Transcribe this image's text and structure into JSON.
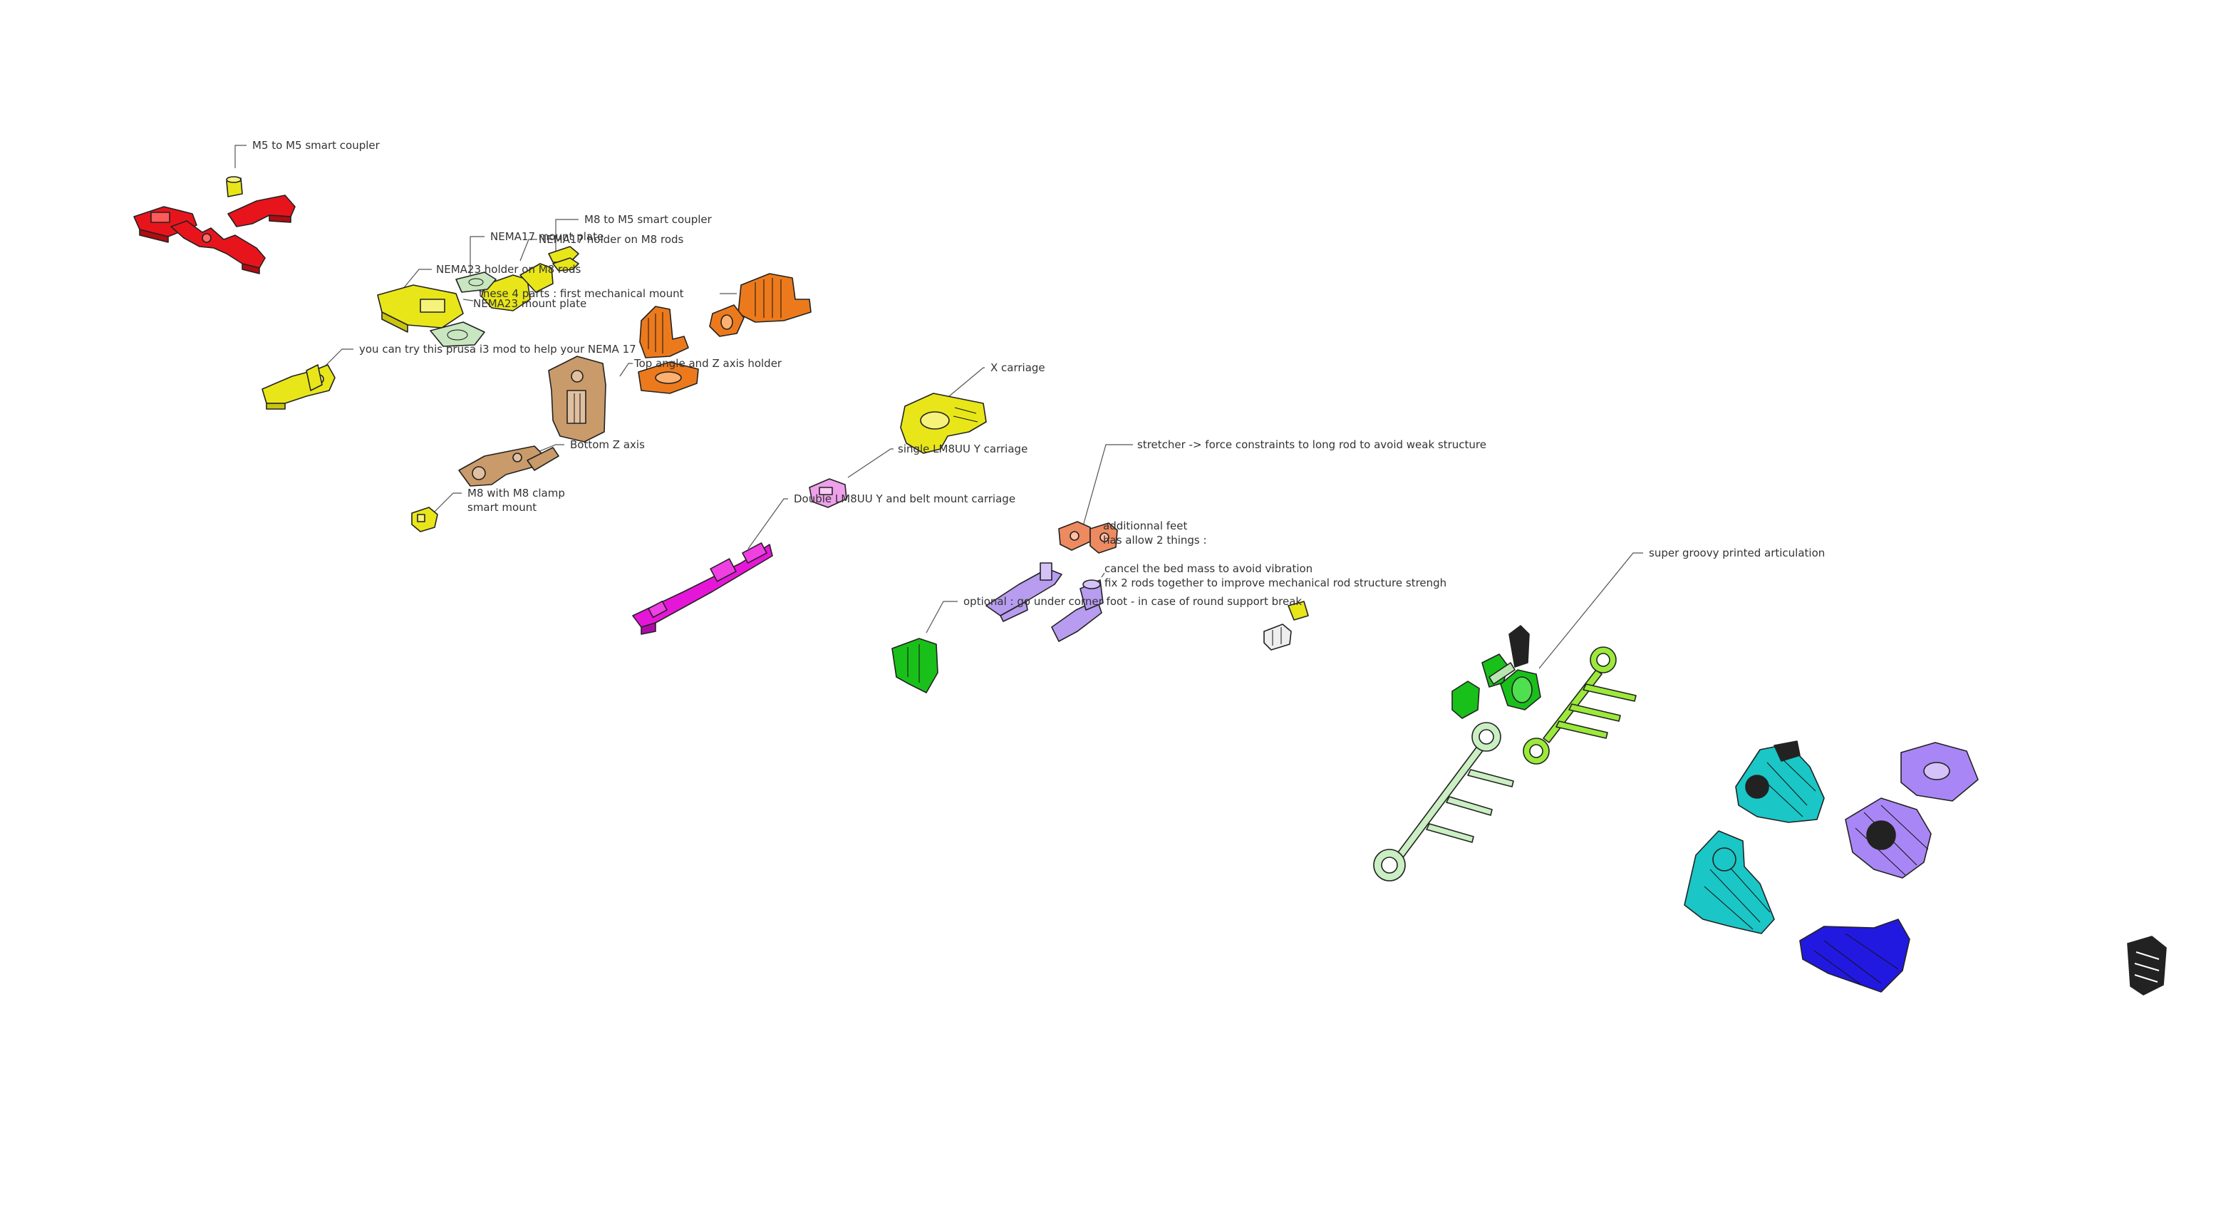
{
  "labels": {
    "m5_coupler": "M5 to M5 smart coupler",
    "m8_coupler": "M8 to M5 smart coupler",
    "nema17_plate": "NEMA17 mount plate",
    "nema17_holder": "NEMA17 holder on M8 rods",
    "nema23_holder": "NEMA23 holder on M8 rods",
    "four_parts": "these 4 parts : first mechanical mount",
    "nema23_plate": "NEMA23 mount plate",
    "prusa_mod": "you can try this prusa i3 mod to help your NEMA 17",
    "top_angle": "Top angle and Z axis holder",
    "x_carriage": "X carriage",
    "single_lm8uu": "single LM8UU Y carriage",
    "bottom_z": "Bottom Z axis",
    "clamp_line1": "M8 with M8 clamp",
    "clamp_line2": "smart mount",
    "double_lm8uu": "Double LM8UU Y and belt mount carriage",
    "stretcher": "stretcher -> force constraints to long rod to avoid weak structure",
    "feet_line1": "additionnal feet",
    "feet_line2": "has allow 2 things :",
    "cancel_mass": "cancel the bed mass to avoid vibration",
    "fix_rods": "fix 2 rods together to improve mechanical rod structure strengh",
    "optional": "optional : go under corner foot - in case of round support break",
    "articulation": "super groovy printed articulation"
  },
  "colors": {
    "red": "#e8141c",
    "yellow": "#e8e619",
    "light_yellow": "#f5f05a",
    "pale_green": "#c8e6c0",
    "orange": "#ec7a1c",
    "tan": "#c99a6a",
    "magenta": "#e616d8",
    "pink": "#eea0ea",
    "salmon": "#ee8a60",
    "lavender": "#b79cf0",
    "green": "#19c01a",
    "lime": "#9bea3a",
    "mint": "#b8e6b0",
    "teal": "#1ac6c6",
    "violet": "#a986f5",
    "blue": "#2219e0",
    "grey": "#dddddd"
  }
}
